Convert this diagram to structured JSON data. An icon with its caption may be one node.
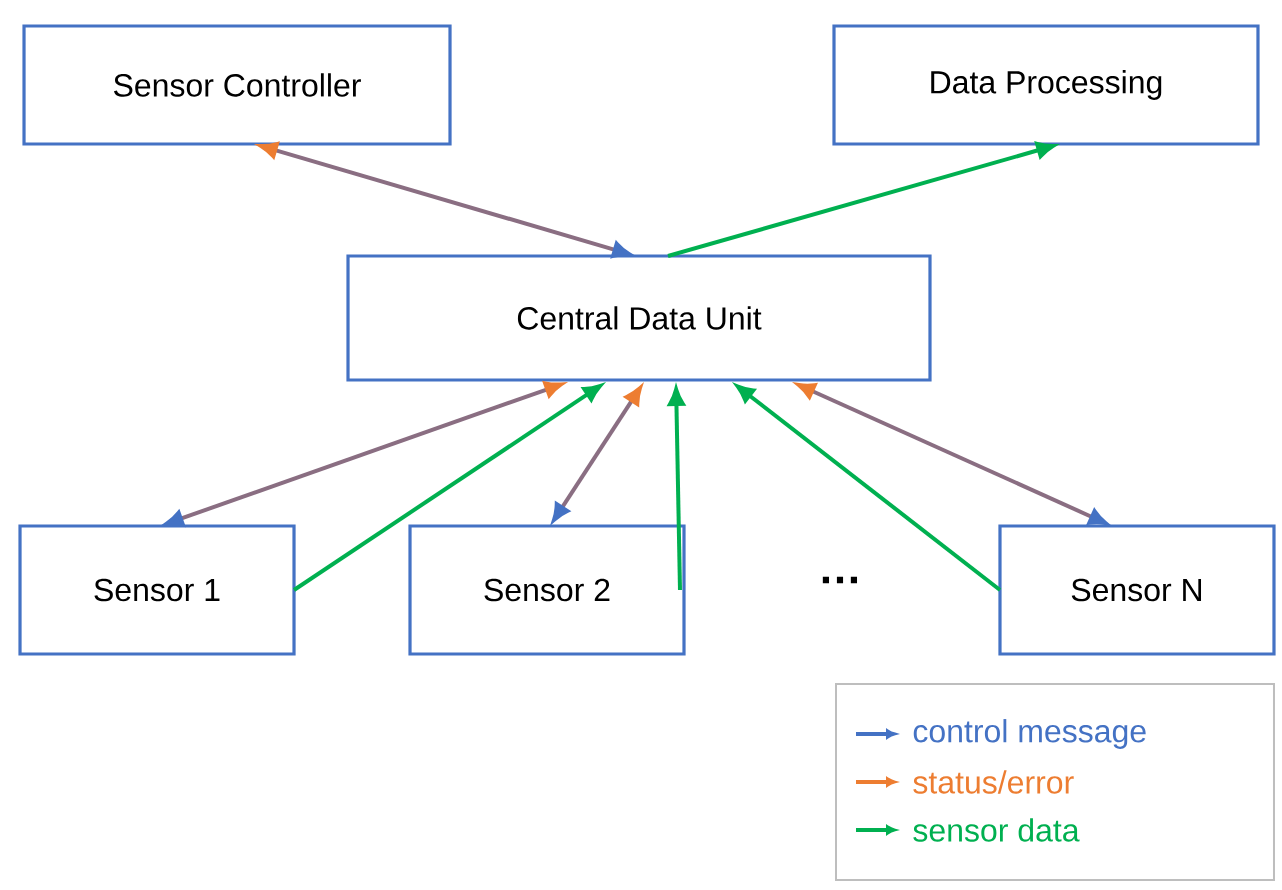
{
  "diagram": {
    "nodes": [
      {
        "text": [
          "Sensor Controller"
        ]
      },
      {
        "text": [
          "Data Processing"
        ]
      },
      {
        "text": [
          "Central Data Unit"
        ]
      },
      {
        "text": [
          "Sensor 1"
        ]
      },
      {
        "text": [
          "Sensor 2"
        ]
      },
      {
        "text": [
          "Sensor N"
        ]
      }
    ],
    "edges": [
      {
        "from": 0,
        "to": 2,
        "arrow": "both"
      },
      {
        "from": 2,
        "to": 1,
        "arrow": "to",
        "color": "#00b050"
      },
      {
        "from": 2,
        "to": 3,
        "arrow": "both"
      },
      {
        "from": 3,
        "to": 2,
        "arrow": "to",
        "color": "#00b050"
      },
      {
        "from": 2,
        "to": 4,
        "arrow": "both"
      },
      {
        "from": 4,
        "to": 2,
        "arrow": "to",
        "color": "#00b050"
      },
      {
        "from": 2,
        "to": 5,
        "arrow": "both"
      },
      {
        "from": 5,
        "to": 2,
        "arrow": "to",
        "color": "#00b050"
      }
    ],
    "labels": [
      "…"
    ],
    "legend": [
      {
        "text": "control message",
        "color": "#4472c4"
      },
      {
        "text": "status/error",
        "color": "#ed7d31"
      },
      {
        "text": "sensor data",
        "color": "#00b050"
      }
    ]
  }
}
